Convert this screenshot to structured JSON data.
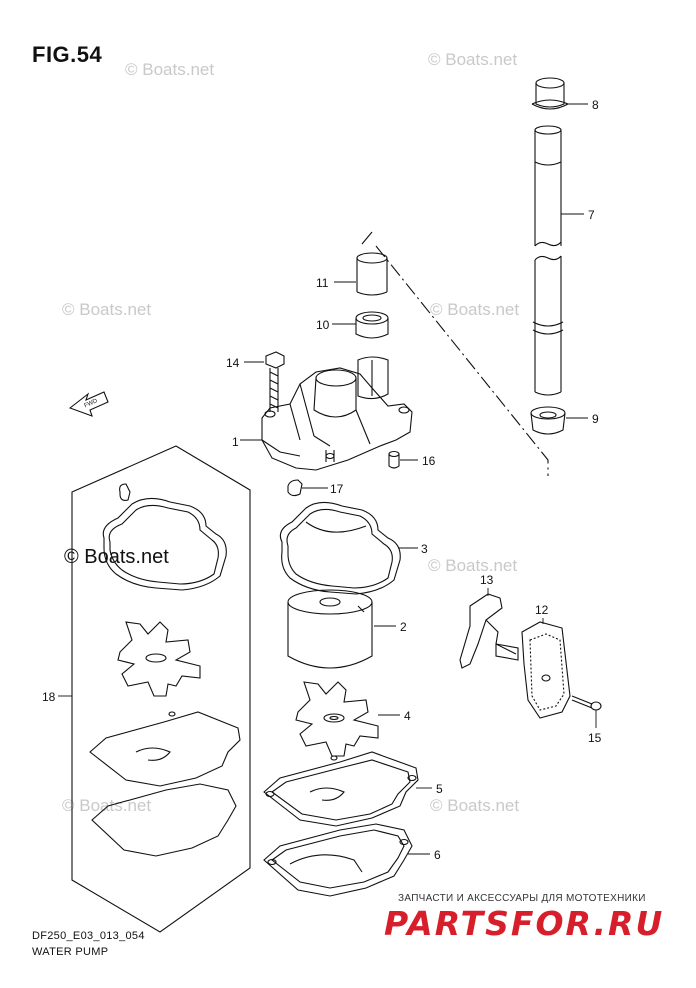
{
  "figure": {
    "title": "FIG.54",
    "model_code": "DF250_E03_013_054",
    "caption": "WATER PUMP"
  },
  "watermark": {
    "text": "© Boats.net"
  },
  "parts": [
    {
      "number": "1"
    },
    {
      "number": "2"
    },
    {
      "number": "3"
    },
    {
      "number": "4"
    },
    {
      "number": "5"
    },
    {
      "number": "6"
    },
    {
      "number": "7"
    },
    {
      "number": "8"
    },
    {
      "number": "9"
    },
    {
      "number": "10"
    },
    {
      "number": "11"
    },
    {
      "number": "12"
    },
    {
      "number": "13"
    },
    {
      "number": "14"
    },
    {
      "number": "15"
    },
    {
      "number": "16"
    },
    {
      "number": "17"
    },
    {
      "number": "18"
    }
  ],
  "fwd_label": "FWD",
  "brand": {
    "subtitle": "ЗАПЧАСТИ И АКСЕССУАРЫ ДЛЯ МОТОТЕХНИКИ",
    "name": "PARTSFOR.RU",
    "color": "#d61f2a"
  }
}
